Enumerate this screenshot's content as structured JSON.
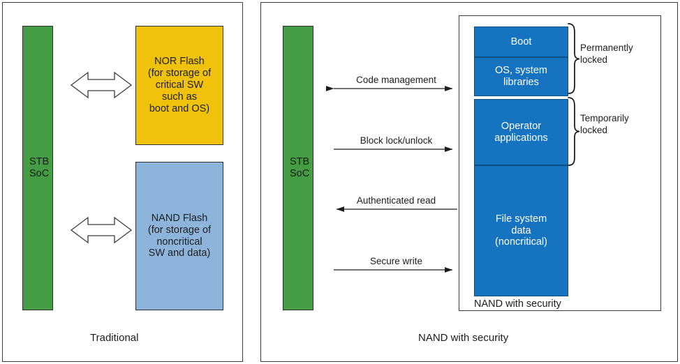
{
  "figure": {
    "left_panel": {
      "caption": "Traditional",
      "soc_label": "STB\nSoC",
      "nor_label": "NOR Flash\n(for storage of\ncritical SW\nsuch as\nboot and OS)",
      "nand_label": "NAND Flash\n(for storage of\nnoncritical\nSW and data)",
      "arrows": [
        {
          "name": "soc-nor-bus",
          "direction": "both",
          "label": ""
        },
        {
          "name": "soc-nand-bus",
          "direction": "both",
          "label": ""
        }
      ]
    },
    "right_panel": {
      "caption": "NAND with security",
      "soc_label": "STB\nSoC",
      "region_label": "NAND with security",
      "blocks": [
        {
          "name": "boot",
          "label": "Boot"
        },
        {
          "name": "os-system-libraries",
          "label": "OS, system\nlibraries"
        },
        {
          "name": "operator-applications",
          "label": "Operator\napplications"
        },
        {
          "name": "file-system-data",
          "label": "File system\ndata\n(noncritical)"
        }
      ],
      "braces": [
        {
          "name": "permanently-locked",
          "label": "Permanently\nlocked",
          "covers": [
            "boot",
            "os-system-libraries"
          ]
        },
        {
          "name": "temporarily-locked",
          "label": "Temporarily\nlocked",
          "covers": [
            "operator-applications"
          ]
        }
      ],
      "arrows": [
        {
          "name": "code-management",
          "label": "Code management",
          "direction": "both"
        },
        {
          "name": "block-lock-unlock",
          "label": "Block lock/unlock",
          "direction": "right"
        },
        {
          "name": "authenticated-read",
          "label": "Authenticated read",
          "direction": "left"
        },
        {
          "name": "secure-write",
          "label": "Secure write",
          "direction": "right"
        }
      ]
    }
  },
  "colors": {
    "soc_green": "#449c43",
    "nor_yellow": "#f0c20c",
    "nand_light_blue": "#8db5db",
    "block_blue": "#1573bf",
    "border": "#3c3c3c",
    "text": "#1d1d1d",
    "block_text": "#ffffff"
  }
}
